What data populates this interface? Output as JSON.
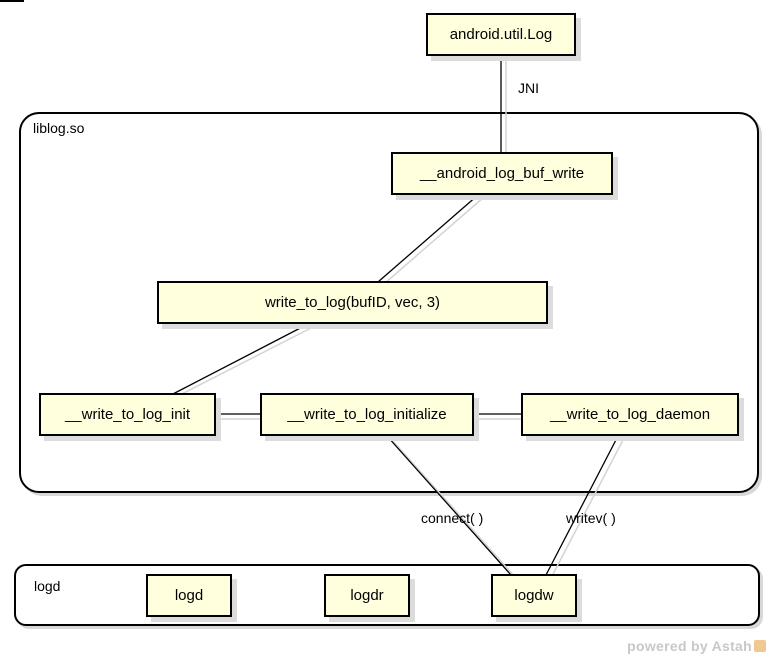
{
  "containers": {
    "liblog": {
      "label": "liblog.so"
    },
    "logd": {
      "label": "logd"
    }
  },
  "nodes": {
    "android_util_log": "android.util.Log",
    "android_log_buf_write": "__android_log_buf_write",
    "write_to_log": "write_to_log(bufID, vec, 3)",
    "write_to_log_init": "__write_to_log_init",
    "write_to_log_initialize": "__write_to_log_initialize",
    "write_to_log_daemon": "__write_to_log_daemon",
    "logd": "logd",
    "logdr": "logdr",
    "logdw": "logdw"
  },
  "edges": {
    "jni": "JNI",
    "connect": "connect( )",
    "writev": "writev( )"
  },
  "watermark": "powered by Astah"
}
